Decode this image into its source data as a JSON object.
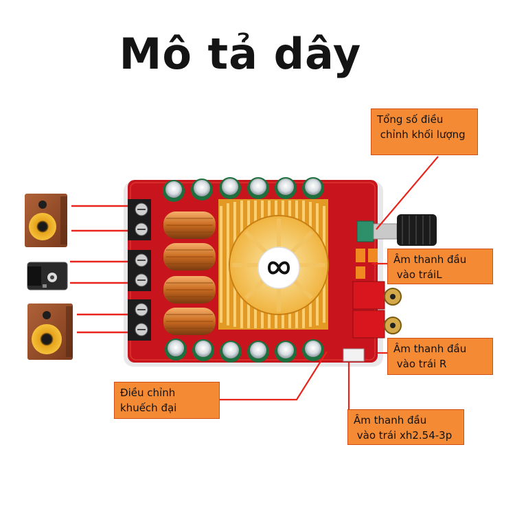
{
  "title": "Mô tả dây",
  "callouts": {
    "volume": "Tổng số điều\n chỉnh khối lượng",
    "left_input": "Âm thanh đầu\n vào tráiL",
    "right_input": "Âm thanh đầu\n vào trái R",
    "gain": "Điều chỉnh\nkhuếch đại",
    "xh_input": "Âm thanh đầu\n vào trái xh2.54-3p"
  },
  "colors": {
    "callout_fill": "#f58a35",
    "callout_border": "#d34e17",
    "leader_line": "#e8241c",
    "board": "#c8141c",
    "heatsink": "#f0a630"
  }
}
